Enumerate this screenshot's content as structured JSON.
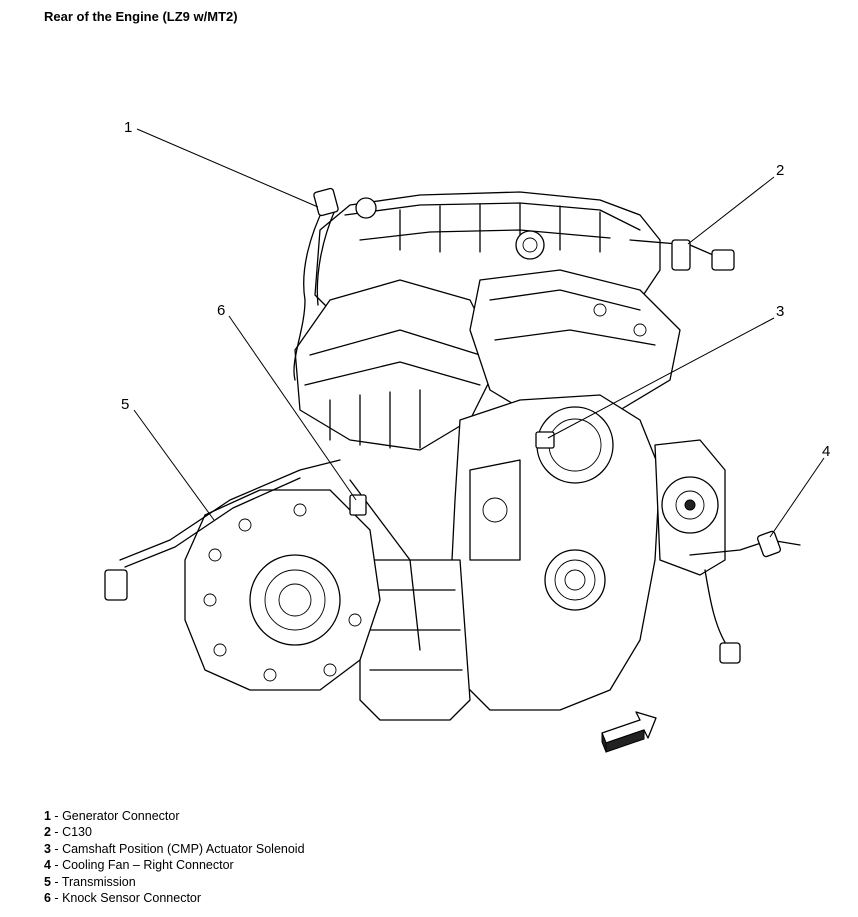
{
  "title": "Rear of the Engine (LZ9 w/MT2)",
  "callouts": [
    "1",
    "2",
    "3",
    "4",
    "5",
    "6"
  ],
  "legend": [
    {
      "num": "1",
      "sep": " - ",
      "label": "Generator Connector"
    },
    {
      "num": "2",
      "sep": " - ",
      "label": "C130"
    },
    {
      "num": "3",
      "sep": " - ",
      "label": "Camshaft Position (CMP) Actuator Solenoid"
    },
    {
      "num": "4",
      "sep": " - ",
      "label": "Cooling Fan – Right Connector"
    },
    {
      "num": "5",
      "sep": " - ",
      "label": "Transmission"
    },
    {
      "num": "6",
      "sep": " - ",
      "label": "Knock Sensor Connector"
    }
  ]
}
